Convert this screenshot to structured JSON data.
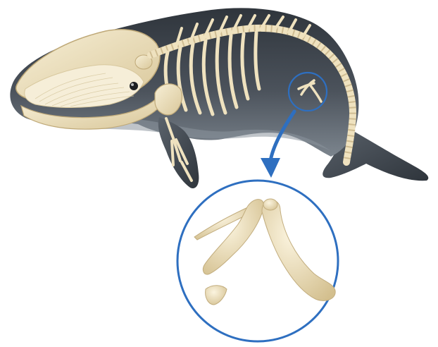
{
  "colors": {
    "background": "#ffffff",
    "whale_body_dark": "#3a4048",
    "whale_body_mid": "#5e6670",
    "whale_belly": "#8b949c",
    "bone": "#efe2bf",
    "bone_shadow": "#c9b78c",
    "baleen": "#f4ecd6",
    "callout_blue": "#2e6fc0"
  },
  "figure": {
    "subject": "whale-skeleton-with-vestigial-pelvis",
    "callout_icon": "magnifier-circle",
    "arrow_icon": "curved-arrow"
  }
}
